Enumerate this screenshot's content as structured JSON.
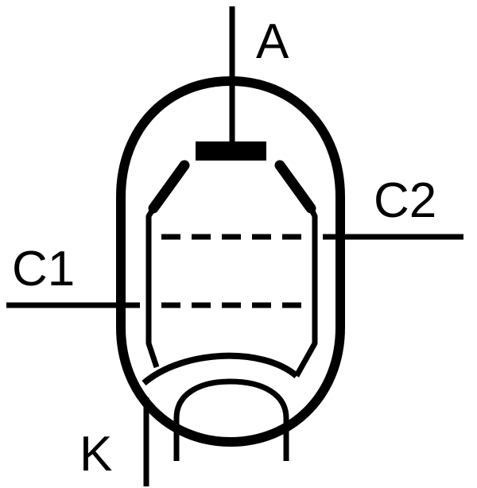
{
  "diagram": {
    "labels": {
      "anode": "A",
      "grid2": "C2",
      "grid1": "C1",
      "cathode": "K"
    },
    "colors": {
      "stroke": "#000000",
      "background": "#ffffff"
    }
  }
}
